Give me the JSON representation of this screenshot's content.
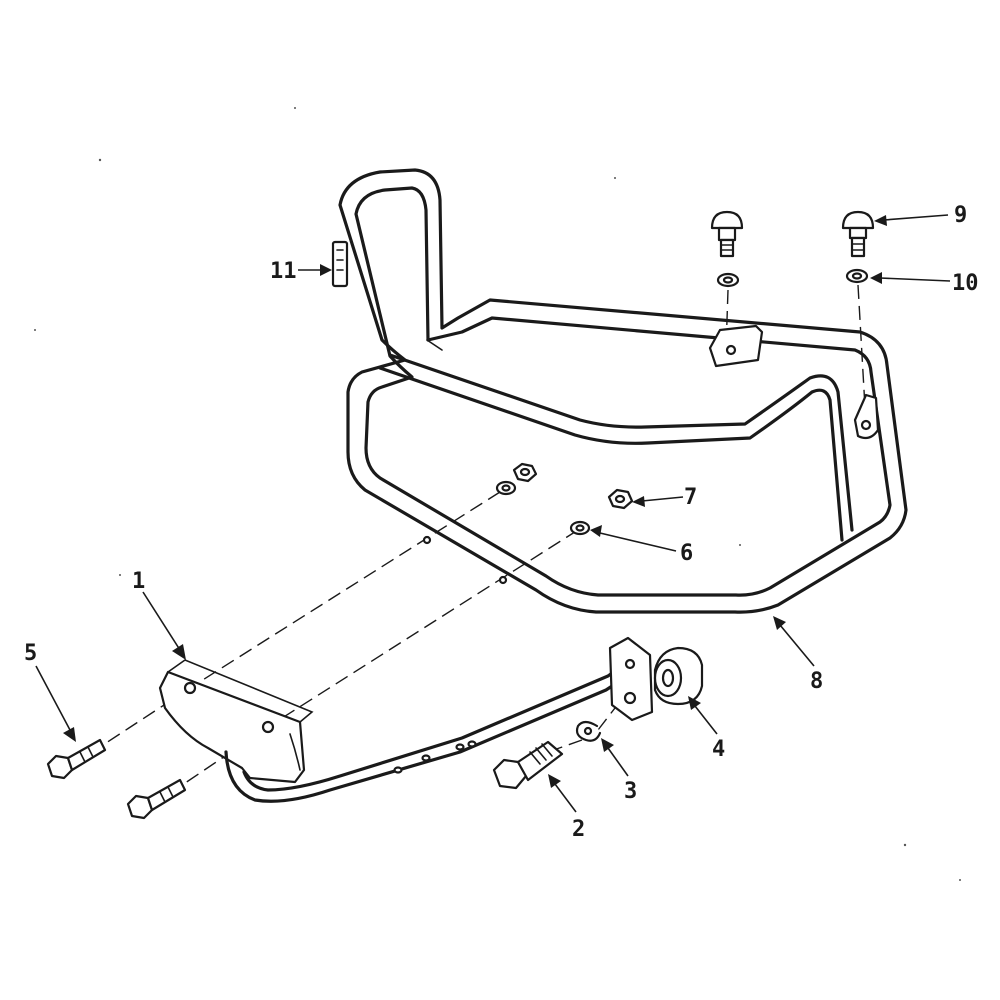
{
  "callouts": [
    {
      "id": "1",
      "label": "1"
    },
    {
      "id": "2",
      "label": "2"
    },
    {
      "id": "3",
      "label": "3"
    },
    {
      "id": "4",
      "label": "4"
    },
    {
      "id": "5",
      "label": "5"
    },
    {
      "id": "6",
      "label": "6"
    },
    {
      "id": "7",
      "label": "7"
    },
    {
      "id": "8",
      "label": "8"
    },
    {
      "id": "9",
      "label": "9"
    },
    {
      "id": "10",
      "label": "10"
    },
    {
      "id": "11",
      "label": "11"
    }
  ],
  "colors": {
    "ink": "#1a1a1a",
    "background": "#ffffff"
  }
}
